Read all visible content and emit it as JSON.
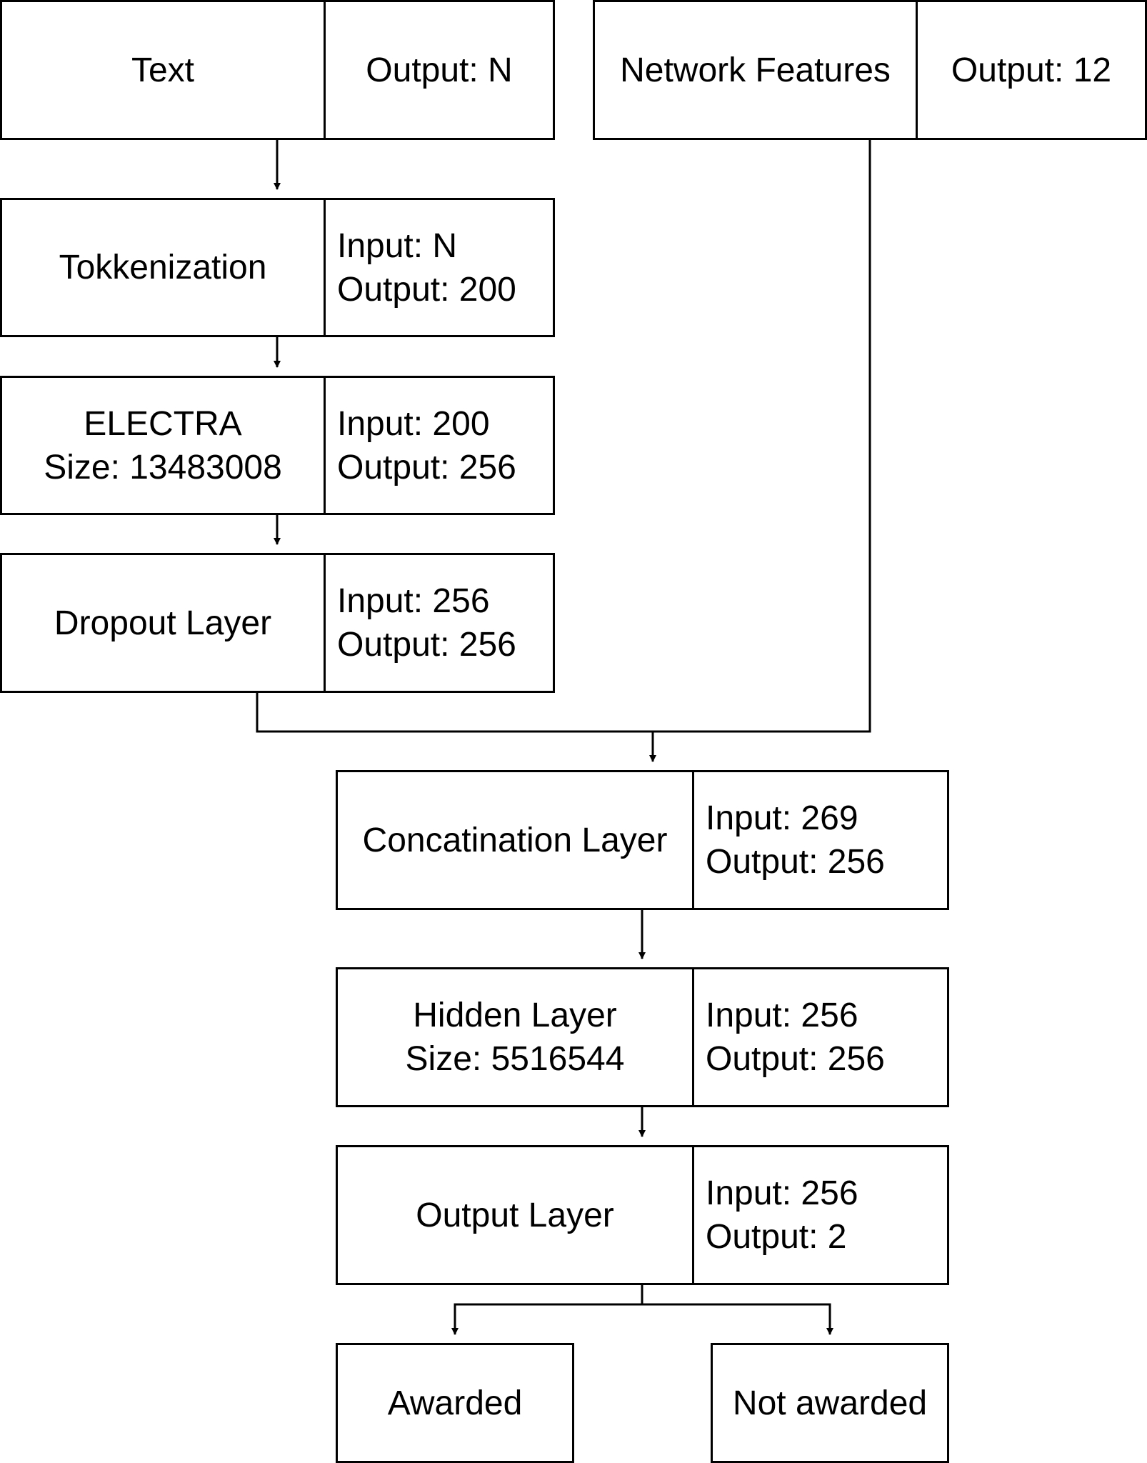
{
  "nodes": {
    "text": {
      "name": "Text",
      "io": [
        "Output: N"
      ]
    },
    "network_features": {
      "name": "Network Features",
      "io": [
        "Output: 12"
      ]
    },
    "tokenization": {
      "name": "Tokkenization",
      "io": [
        "Input: N",
        "Output: 200"
      ]
    },
    "electra": {
      "name": "ELECTRA",
      "size": "Size: 13483008",
      "io": [
        "Input: 200",
        "Output: 256"
      ]
    },
    "dropout": {
      "name": "Dropout Layer",
      "io": [
        "Input: 256",
        "Output: 256"
      ]
    },
    "concat": {
      "name": "Concatination Layer",
      "io": [
        "Input: 269",
        "Output: 256"
      ]
    },
    "hidden": {
      "name": "Hidden Layer",
      "size": "Size: 5516544",
      "io": [
        "Input: 256",
        "Output: 256"
      ]
    },
    "output": {
      "name": "Output Layer",
      "io": [
        "Input: 256",
        "Output: 2"
      ]
    },
    "awarded": {
      "name": "Awarded"
    },
    "not_awarded": {
      "name": "Not awarded"
    }
  },
  "edges": [
    {
      "from": "text",
      "to": "tokenization"
    },
    {
      "from": "tokenization",
      "to": "electra"
    },
    {
      "from": "electra",
      "to": "dropout"
    },
    {
      "from": "dropout",
      "to": "concat"
    },
    {
      "from": "network_features",
      "to": "concat"
    },
    {
      "from": "concat",
      "to": "hidden"
    },
    {
      "from": "hidden",
      "to": "output"
    },
    {
      "from": "output",
      "to": "awarded"
    },
    {
      "from": "output",
      "to": "not_awarded"
    }
  ],
  "colors": {
    "stroke": "#000000",
    "background": "#ffffff"
  }
}
